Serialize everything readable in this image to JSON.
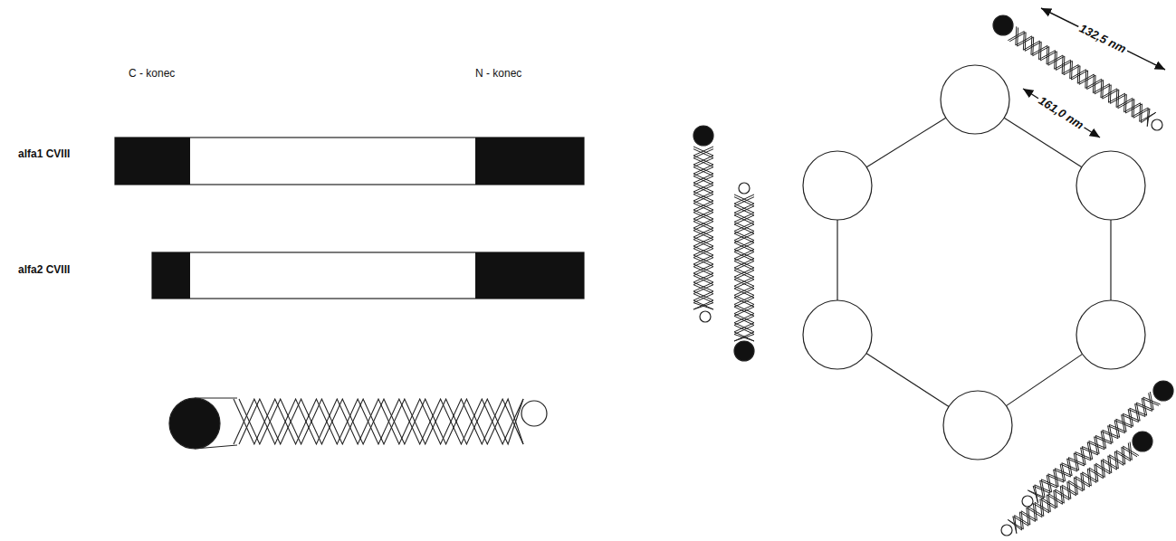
{
  "diagram": {
    "labels": [
      "C - konec",
      "N - konec",
      "alfa1 CVIII",
      "alfa2 CVIII",
      "132,5 nm",
      "161,0 nm"
    ]
  }
}
